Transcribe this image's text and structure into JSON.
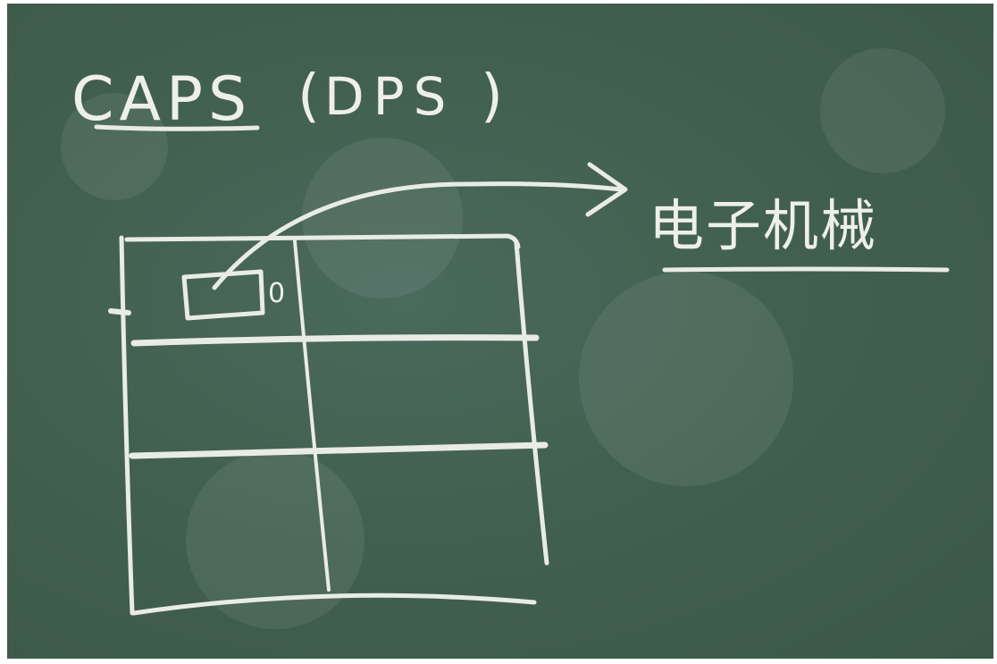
{
  "board": {
    "title_text": "CAPS",
    "paren_open": "(",
    "dps_text": "DPS",
    "paren_close": ")",
    "chinese_label": "电子机械",
    "cell_mark": "0"
  },
  "colors": {
    "board": "#42604f",
    "chalk": "#e9ece4"
  }
}
